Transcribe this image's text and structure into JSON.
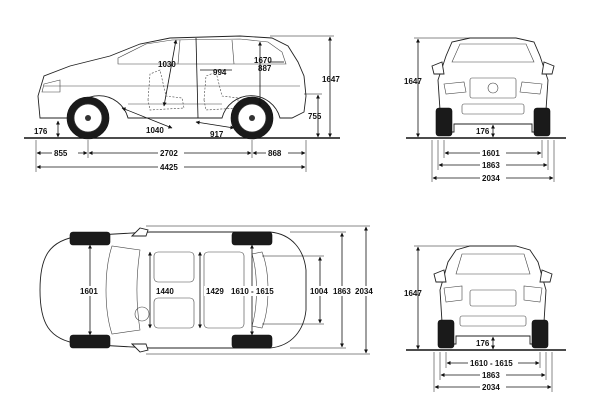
{
  "side_view": {
    "front_overhang": "855",
    "wheelbase": "2702",
    "rear_overhang": "868",
    "overall_length": "4425",
    "overall_height": "1647",
    "ground_clearance": "176",
    "rear_load_height": "755",
    "front_headroom": "1030",
    "rear_headroom": "994",
    "cargo_height_1": "1670",
    "cargo_height_2": "887",
    "front_legroom": "1040",
    "rear_legroom": "917"
  },
  "front_view": {
    "overall_height": "1647",
    "ground_clearance": "176",
    "front_track": "1601",
    "body_width": "1863",
    "width_with_mirrors": "2034"
  },
  "top_view": {
    "front_track": "1601",
    "front_shoulder_width": "1440",
    "rear_shoulder_width": "1429",
    "rear_track": "1610 - 1615",
    "cargo_width": "1004",
    "body_width": "1863",
    "width_with_mirrors": "2034"
  },
  "rear_view": {
    "overall_height": "1647",
    "ground_clearance": "176",
    "rear_track": "1610 - 1615",
    "body_width": "1863",
    "width_with_mirrors": "2034"
  }
}
